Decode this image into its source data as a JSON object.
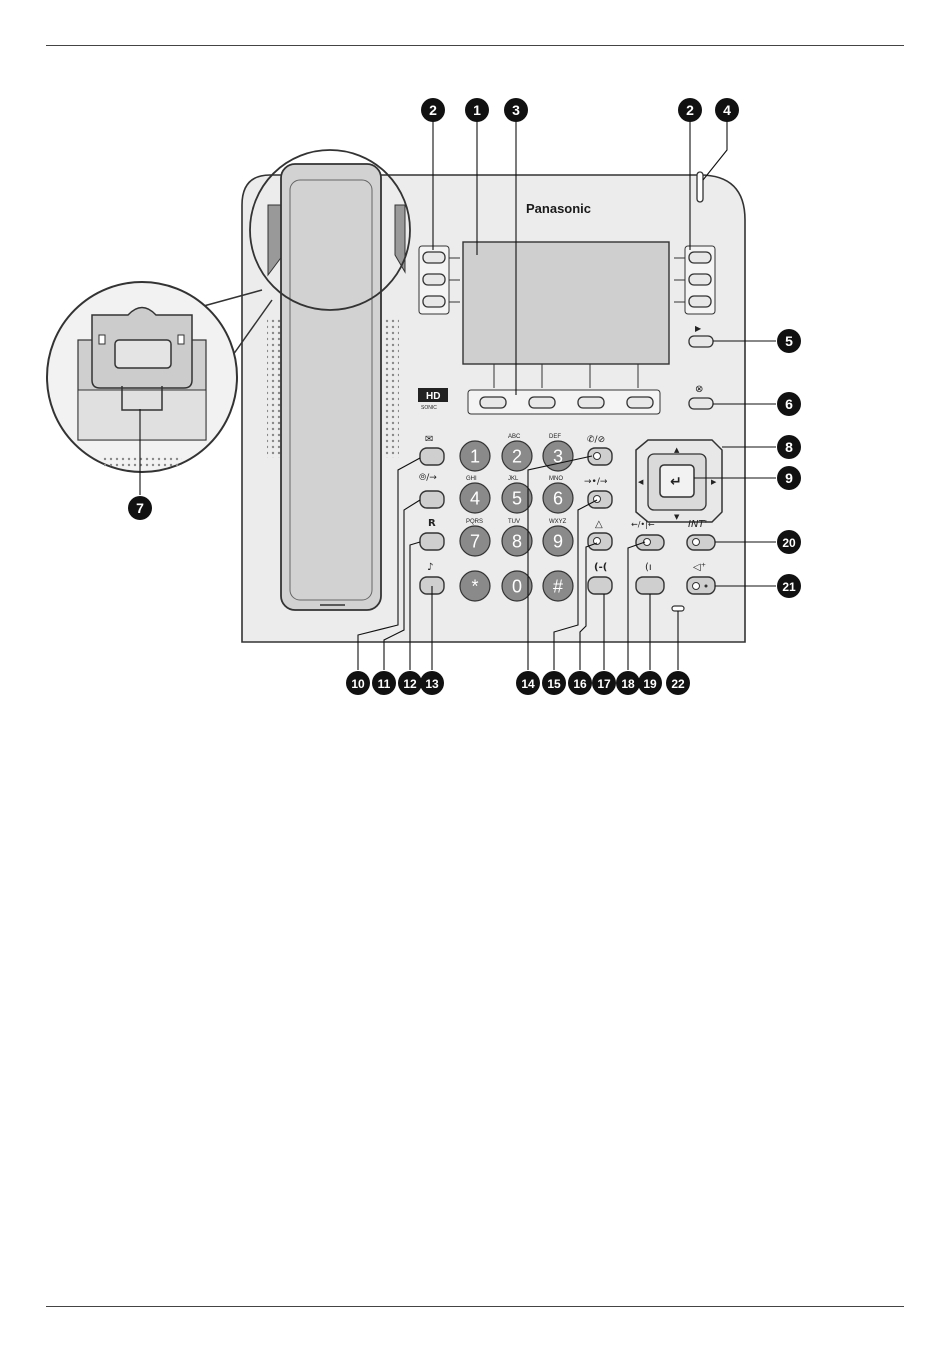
{
  "brand": "Panasonic",
  "hd_logo": {
    "top": "HD",
    "bottom": "SONIC"
  },
  "keypad": [
    {
      "digit": "1",
      "letters": ""
    },
    {
      "digit": "2",
      "letters": "ABC"
    },
    {
      "digit": "3",
      "letters": "DEF"
    },
    {
      "digit": "4",
      "letters": "GHI"
    },
    {
      "digit": "5",
      "letters": "JKL"
    },
    {
      "digit": "6",
      "letters": "MNO"
    },
    {
      "digit": "7",
      "letters": "PQRS"
    },
    {
      "digit": "8",
      "letters": "TUV"
    },
    {
      "digit": "9",
      "letters": "WXYZ"
    },
    {
      "digit": "*",
      "letters": ""
    },
    {
      "digit": "0",
      "letters": ""
    },
    {
      "digit": "#",
      "letters": ""
    }
  ],
  "key_glyphs": {
    "messages": "✉",
    "redial": "R",
    "int": "INT'",
    "play": "▶",
    "cancel": "⊗",
    "enter": "↵",
    "nav_up": "▲",
    "nav_down": "▼",
    "nav_left": "◀",
    "nav_right": "▶"
  },
  "callouts": [
    "1",
    "2",
    "2",
    "3",
    "4",
    "5",
    "6",
    "7",
    "8",
    "9",
    "10",
    "11",
    "12",
    "13",
    "14",
    "15",
    "16",
    "17",
    "18",
    "19",
    "20",
    "21",
    "22"
  ]
}
